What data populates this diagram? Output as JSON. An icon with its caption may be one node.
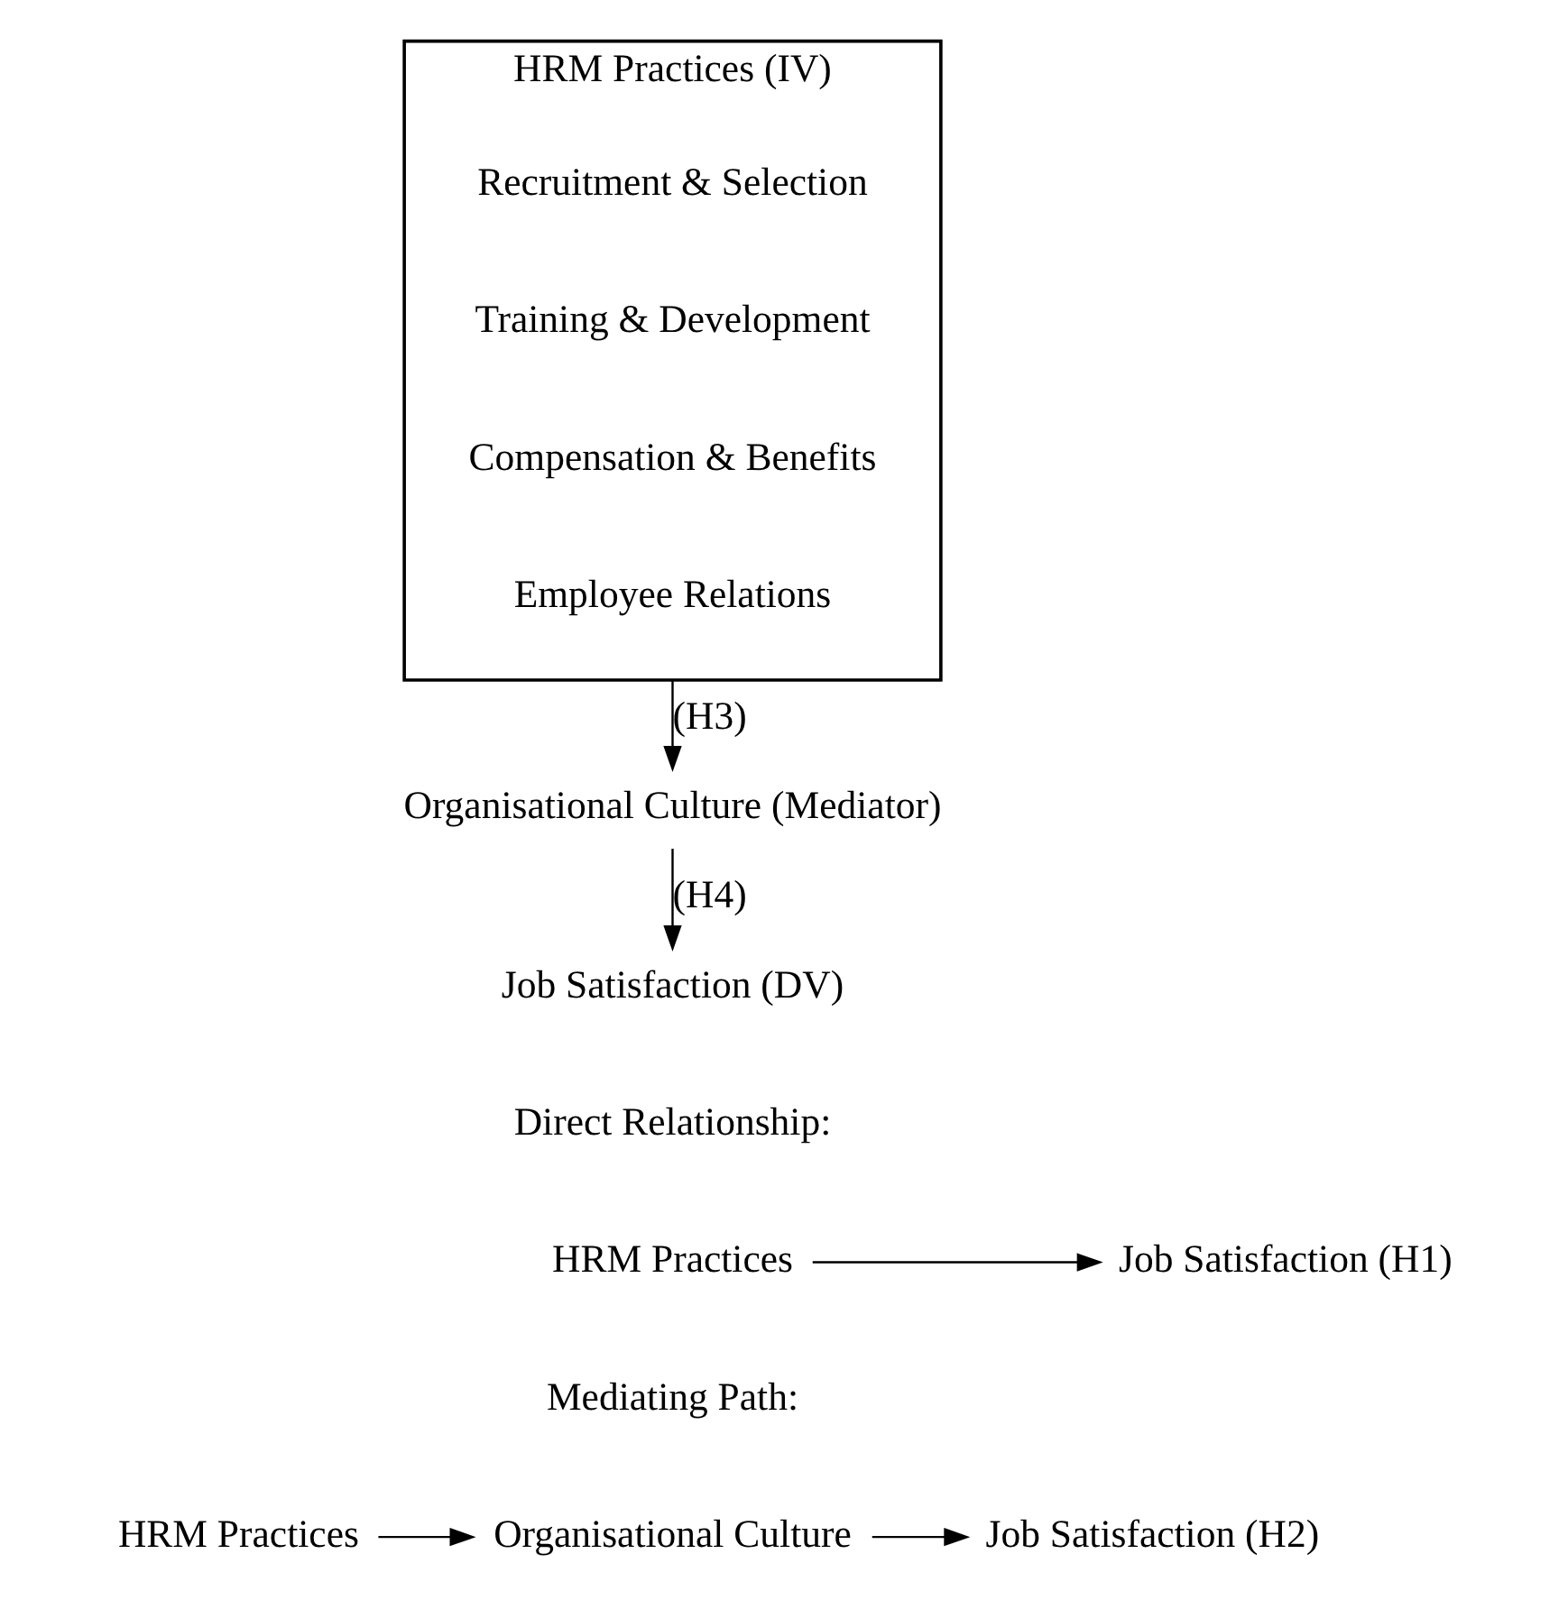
{
  "diagram": {
    "nodes": [
      {
        "text": [
          "HRM Practices (IV)"
        ]
      },
      {
        "text": [
          "Recruitment & Selection"
        ],
        "in": 0
      },
      {
        "text": [
          "Training & Development"
        ],
        "in": 0
      },
      {
        "text": [
          "Compensation & Benefits"
        ],
        "in": 0
      },
      {
        "text": [
          "Employee Relations"
        ],
        "in": 0
      },
      {
        "text": [
          "Organisational Culture (Mediator)"
        ]
      },
      {
        "text": [
          "Job Satisfaction (DV)"
        ]
      },
      {
        "text": [
          "HRM Practices"
        ]
      },
      {
        "text": [
          "Job Satisfaction (H1)"
        ]
      },
      {
        "text": [
          "HRM Practices"
        ]
      },
      {
        "text": [
          "Organisational Culture"
        ]
      },
      {
        "text": [
          "Job Satisfaction (H2)"
        ]
      }
    ],
    "edges": [
      {
        "from": 0,
        "to": 5,
        "arrow": "to",
        "label": "(H3)"
      },
      {
        "from": 5,
        "to": 6,
        "arrow": "to",
        "label": "(H4)"
      },
      {
        "from": 7,
        "to": 8,
        "arrow": "to"
      },
      {
        "from": 9,
        "to": 10,
        "arrow": "to"
      },
      {
        "from": 10,
        "to": 11,
        "arrow": "to"
      }
    ],
    "labels": [
      "Direct Relationship:",
      "Mediating Path:"
    ]
  }
}
